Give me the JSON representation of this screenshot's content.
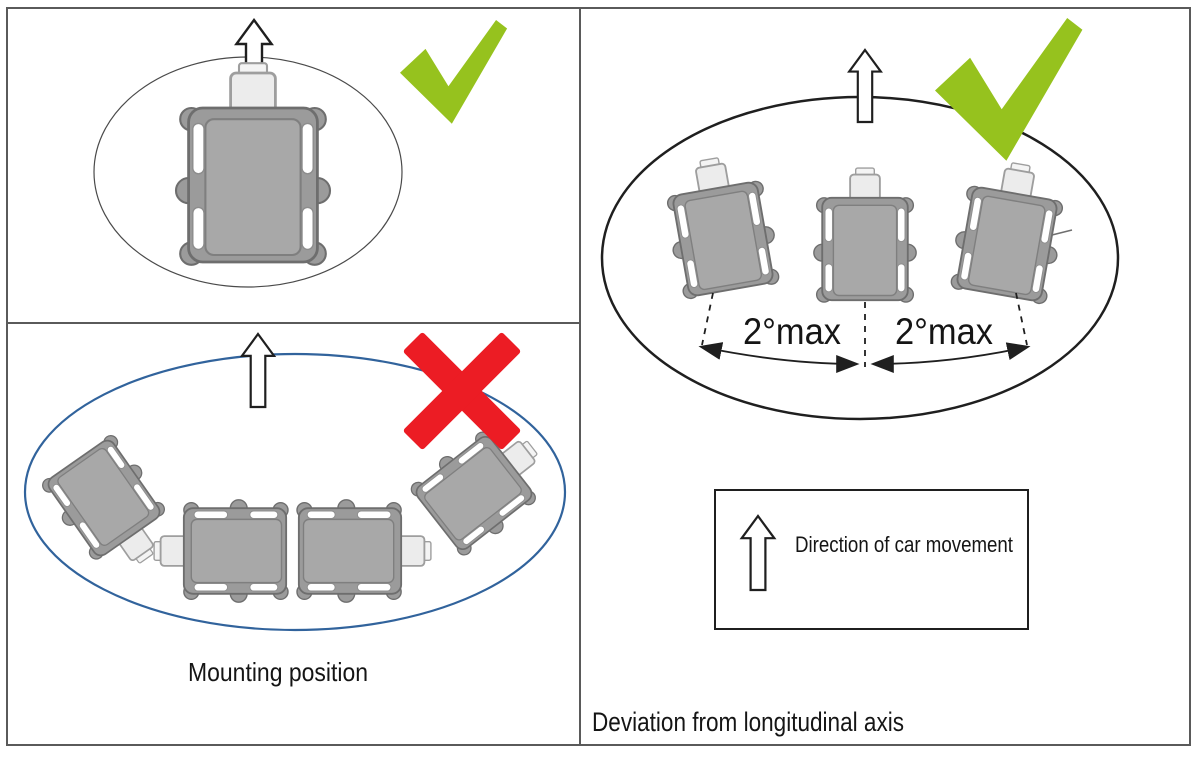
{
  "colors": {
    "check_green": "#96c21e",
    "cross_red": "#ec1c24",
    "ellipse_blue": "#31639c",
    "line_dark": "#1f1f1f",
    "panel_border": "#5a5a5a",
    "device_body": "#9b9b9b",
    "device_inner": "#a8a8a8",
    "device_outline": "#6e6e6e",
    "device_slot": "#ffffff",
    "connector_fill": "#ececec",
    "text_color": "#151515"
  },
  "icons": {
    "check": "✓",
    "cross": "✕",
    "up_arrow": "⇧"
  },
  "panels": {
    "top_left": {
      "arrow_icon": "up-arrow-icon",
      "status_icon": "check-icon"
    },
    "bottom_left": {
      "arrow_icon": "up-arrow-icon",
      "status_icon": "cross-icon",
      "caption": "Mounting position"
    },
    "right": {
      "arrow_icon": "up-arrow-icon",
      "status_icon": "check-icon",
      "deviation_labels": {
        "left": "2°max",
        "right": "2°max"
      },
      "legend": {
        "icon": "up-arrow-icon",
        "label": "Direction of car movement"
      },
      "caption": "Deviation from longitudinal axis"
    }
  }
}
